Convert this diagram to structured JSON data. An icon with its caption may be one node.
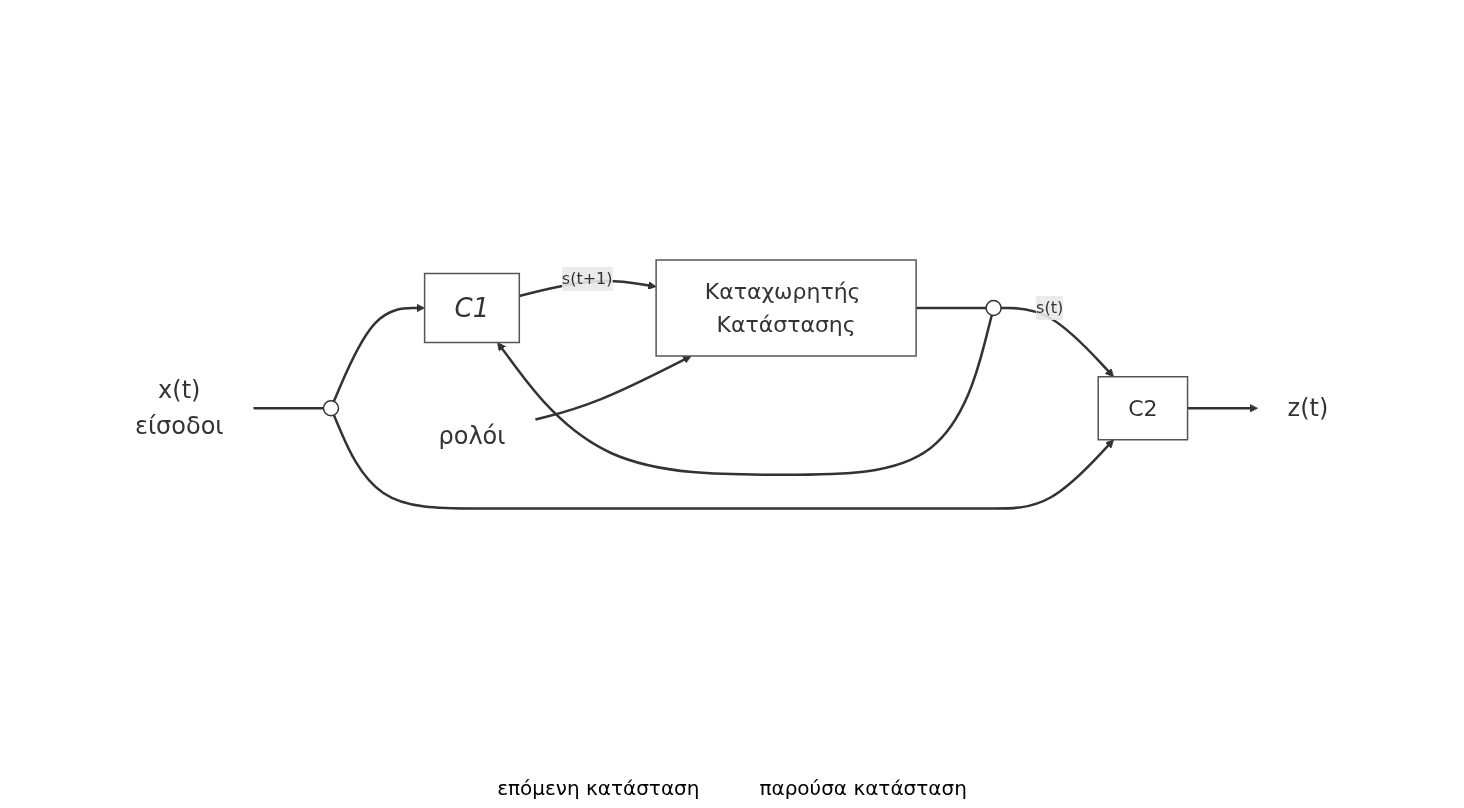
{
  "diagram": {
    "nodes": [
      {
        "text": [
          "x(t)"
        ],
        "beside": [
          "είσοδοι"
        ]
      },
      {
        "text": [],
        "shape": "circle"
      },
      {
        "text": [
          "C1"
        ]
      },
      {
        "text": [
          "Καταχωρητής Κατάστασης"
        ]
      },
      {
        "text": [],
        "shape": "circle"
      },
      {
        "text": [
          "C2"
        ]
      },
      {
        "text": [
          "z(t)"
        ]
      },
      {
        "text": [
          "ρολόι"
        ]
      }
    ],
    "edges": [
      {
        "from": 0,
        "to": 1,
        "arrow": "none"
      },
      {
        "from": 1,
        "to": 2,
        "arrow": "to"
      },
      {
        "from": 2,
        "to": 3,
        "label": "s(t+1)",
        "arrow": "to"
      },
      {
        "from": 3,
        "to": 4,
        "arrow": "none"
      },
      {
        "from": 4,
        "to": 5,
        "label": "s(t)",
        "arrow": "to"
      },
      {
        "from": 4,
        "to": 2,
        "arrow": "to"
      },
      {
        "from": 1,
        "to": 5,
        "arrow": "to"
      },
      {
        "from": 7,
        "to": 3,
        "arrow": "to"
      },
      {
        "from": 5,
        "to": 6,
        "arrow": "to"
      }
    ],
    "labels": [
      "επόμενη κατάσταση",
      "παρούσα κατάσταση"
    ]
  }
}
